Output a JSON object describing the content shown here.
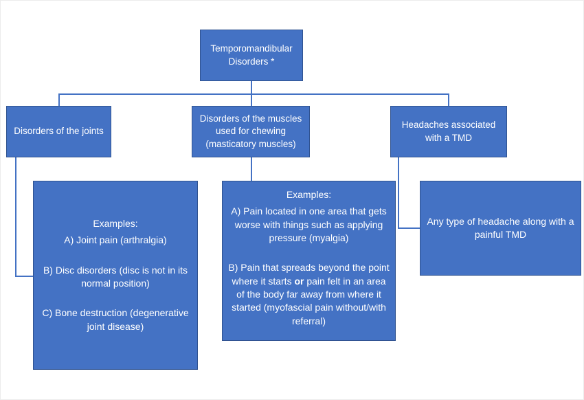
{
  "colors": {
    "box_fill": "#4472C4",
    "box_border": "#2F528F",
    "connector": "#4472C4",
    "text": "#FFFFFF",
    "background": "#FFFFFF"
  },
  "root": {
    "label": "Temporomandibular Disorders *"
  },
  "branch_joints": {
    "label": "Disorders of the joints",
    "detail": {
      "heading": "Examples:",
      "item_a": "A) Joint pain (arthralgia)",
      "item_b": "B) Disc disorders (disc is not in its normal position)",
      "item_c": "C) Bone destruction (degenerative joint disease)"
    }
  },
  "branch_muscles": {
    "label": "Disorders of the muscles used for chewing (masticatory muscles)",
    "detail": {
      "heading": "Examples:",
      "item_a": "A) Pain located in one area that gets worse with things such as applying pressure (myalgia)",
      "item_b_before": "B) Pain that spreads beyond the point where it starts ",
      "item_b_bold": "or",
      "item_b_after": " pain felt in an area of the body far away from where it started (myofascial pain without/with referral)"
    }
  },
  "branch_headaches": {
    "label": "Headaches associated with a TMD",
    "detail": {
      "text": "Any type of headache along with a painful TMD"
    }
  }
}
